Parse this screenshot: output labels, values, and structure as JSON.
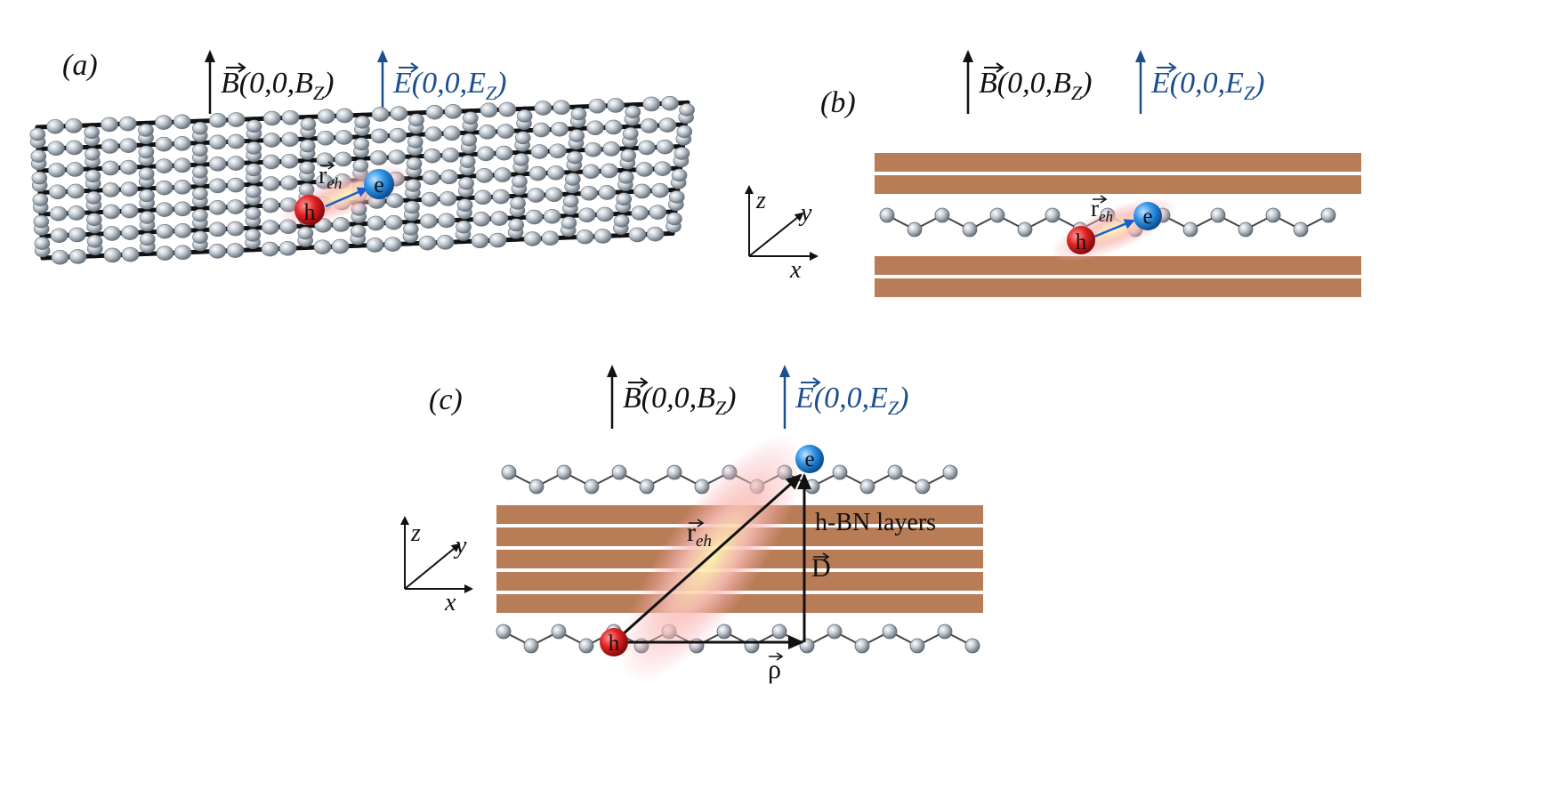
{
  "panels": {
    "a": {
      "label": "(a)"
    },
    "b": {
      "label": "(b)"
    },
    "c": {
      "label": "(c)"
    }
  },
  "fields": {
    "B": {
      "symbol": "B",
      "open": "(0,0,",
      "component": "B",
      "component_sub": "Z",
      "close": ")",
      "color": "#111111"
    },
    "E": {
      "symbol": "E",
      "open": "(0,0,",
      "component": "E",
      "component_sub": "Z",
      "close": ")",
      "color": "#1c4f8c"
    }
  },
  "particles": {
    "hole": {
      "label": "h",
      "color": "#d92020"
    },
    "electron": {
      "label": "e",
      "color": "#2a8ee0"
    }
  },
  "vectors": {
    "r": {
      "symbol": "r",
      "sub": "eh"
    },
    "D": {
      "symbol": "D"
    },
    "rho": {
      "symbol": "ρ"
    }
  },
  "axes": {
    "x": "x",
    "y": "y",
    "z": "z"
  },
  "hbn_label": "h-BN layers",
  "colors": {
    "hbn": "#b87c56",
    "atom": "#a9b3bd",
    "bond": "#111111",
    "glow": "#f6a9b4"
  }
}
